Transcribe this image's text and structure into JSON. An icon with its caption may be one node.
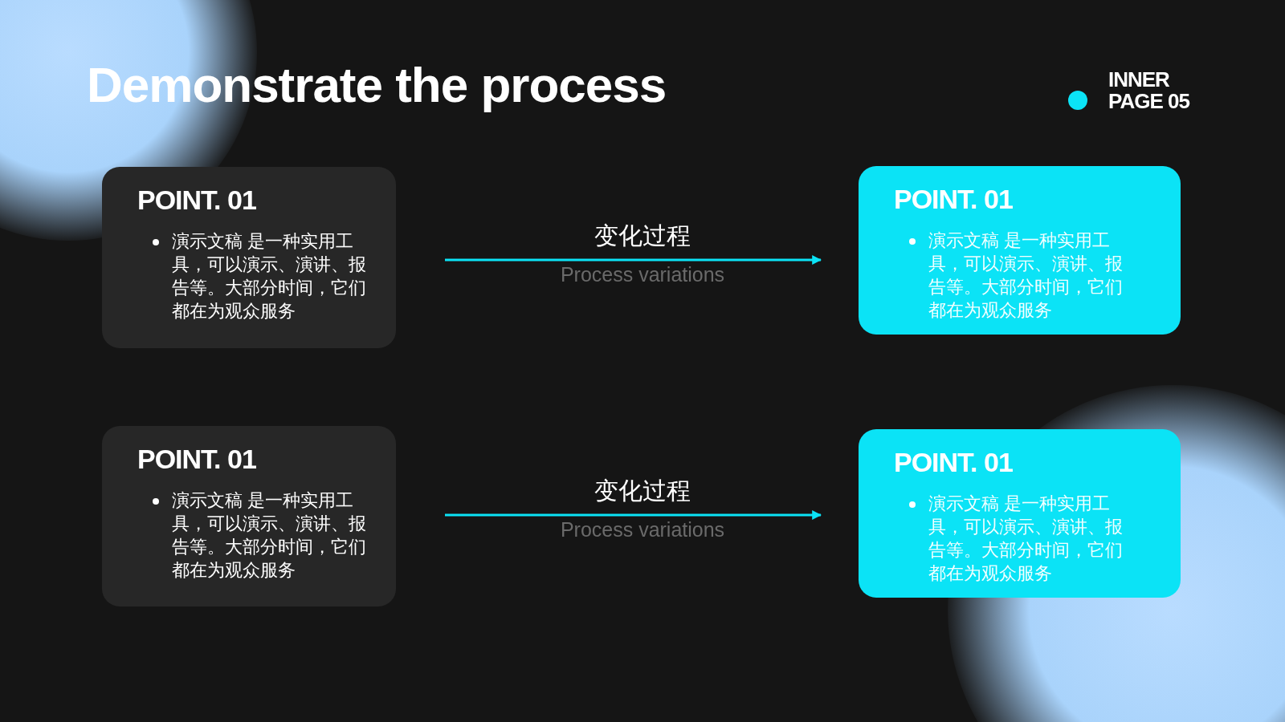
{
  "diagram": {
    "title": "Demonstrate the process",
    "nodes": [
      {
        "text": [
          "POINT. 01",
          "演示文稿 是一种实用工具，可以演示、演讲、报告等。大部分时间，它们都在为观众服务"
        ]
      },
      {
        "text": [
          "POINT. 01",
          "演示文稿 是一种实用工具，可以演示、演讲、报告等。大部分时间，它们都在为观众服务"
        ]
      },
      {
        "text": [
          "POINT. 01",
          "演示文稿 是一种实用工具，可以演示、演讲、报告等。大部分时间，它们都在为观众服务"
        ]
      },
      {
        "text": [
          "POINT. 01",
          "演示文稿 是一种实用工具，可以演示、演讲、报告等。大部分时间，它们都在为观众服务"
        ]
      }
    ],
    "edges": [
      {
        "from": 0,
        "to": 1,
        "arrow": "to",
        "label": "变化过程"
      },
      {
        "from": 2,
        "to": 3,
        "arrow": "to",
        "label": "变化过程"
      }
    ],
    "labels": [
      "INNER PAGE 05",
      "Process variations",
      "Process variations"
    ]
  }
}
